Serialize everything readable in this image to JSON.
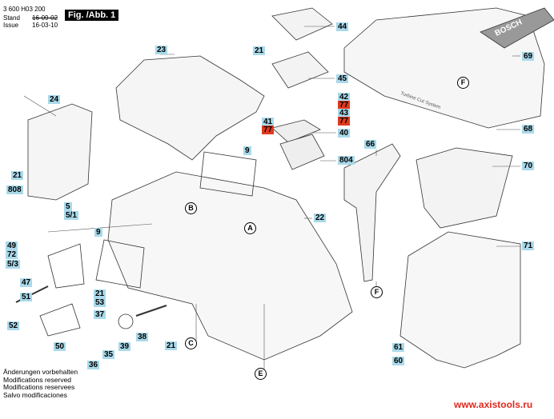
{
  "header": {
    "part_number": "3 600 H03 200",
    "stand_label": "Stand",
    "issue_label": "Issue",
    "stand_date": "16-09-02",
    "issue_date": "16-03-10",
    "figure": "Fig. /Abb. 1"
  },
  "footer": {
    "lines": [
      "Änderungen vorbehalten",
      "Modifications reserved",
      "Modifications reservees",
      "Salvo modificaciones"
    ],
    "url": "www.axistools.ru"
  },
  "colors": {
    "label_bg": "#a9d9ea",
    "highlight_bg": "#e03a1e",
    "url": "#e0281c"
  },
  "part_labels": [
    "44",
    "21",
    "45",
    "23",
    "69",
    "24",
    "42",
    "77",
    "43",
    "77",
    "41",
    "77",
    "68",
    "40",
    "9",
    "66",
    "804",
    "21",
    "808",
    "70",
    "5",
    "5/1",
    "22",
    "9",
    "49",
    "72",
    "5/3",
    "47",
    "71",
    "21",
    "53",
    "51",
    "52",
    "37",
    "38",
    "39",
    "35",
    "50",
    "36",
    "21",
    "61",
    "60"
  ],
  "view_markers": [
    "F",
    "B",
    "A",
    "F",
    "C",
    "E"
  ],
  "brand_text": "BOSCH",
  "housing_text": "Turbine Cut System"
}
